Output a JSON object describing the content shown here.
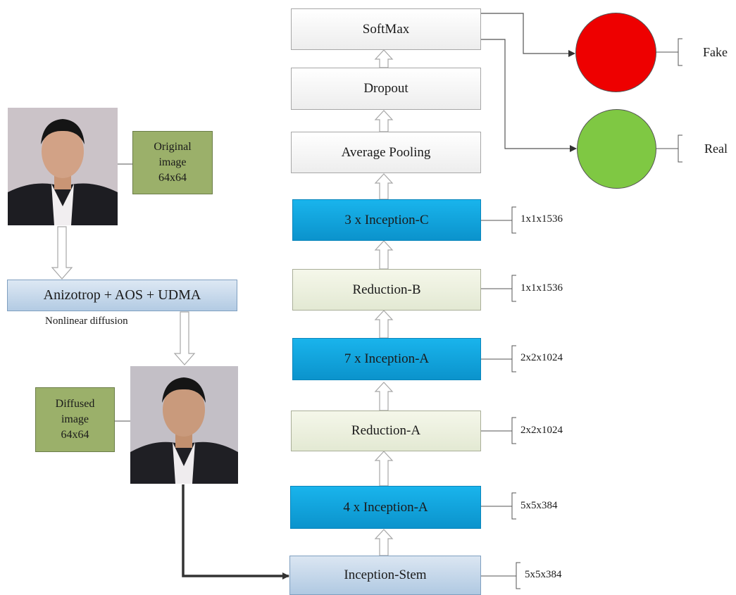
{
  "original": {
    "label_line1": "Original",
    "label_line2": "image",
    "label_line3": "64x64"
  },
  "preprocess": {
    "label": "Anizotrop + AOS + UDMA",
    "caption": "Nonlinear diffusion"
  },
  "diffused": {
    "label_line1": "Diffused",
    "label_line2": "image",
    "label_line3": "64x64"
  },
  "network": {
    "softmax": "SoftMax",
    "dropout": "Dropout",
    "avg_pool": "Average Pooling",
    "inception_c": "3 x Inception-C",
    "reduction_b": "Reduction-B",
    "inception_a7": "7 x Inception-A",
    "reduction_a": "Reduction-A",
    "inception_a4": "4 x Inception-A",
    "stem": "Inception-Stem"
  },
  "dims": {
    "inception_c": "1x1x1536",
    "reduction_b": "1x1x1536",
    "inception_a7": "2x2x1024",
    "reduction_a": "2x2x1024",
    "inception_a4": "5x5x384",
    "stem": "5x5x384"
  },
  "outputs": {
    "fake": {
      "label": "Fake",
      "color": "#ee0000"
    },
    "real": {
      "label": "Real",
      "color": "#7fc843"
    }
  },
  "colors": {
    "cyan": "#0fa5e0",
    "stem": "#c6d8ec",
    "green_label": "#9bb06a"
  }
}
